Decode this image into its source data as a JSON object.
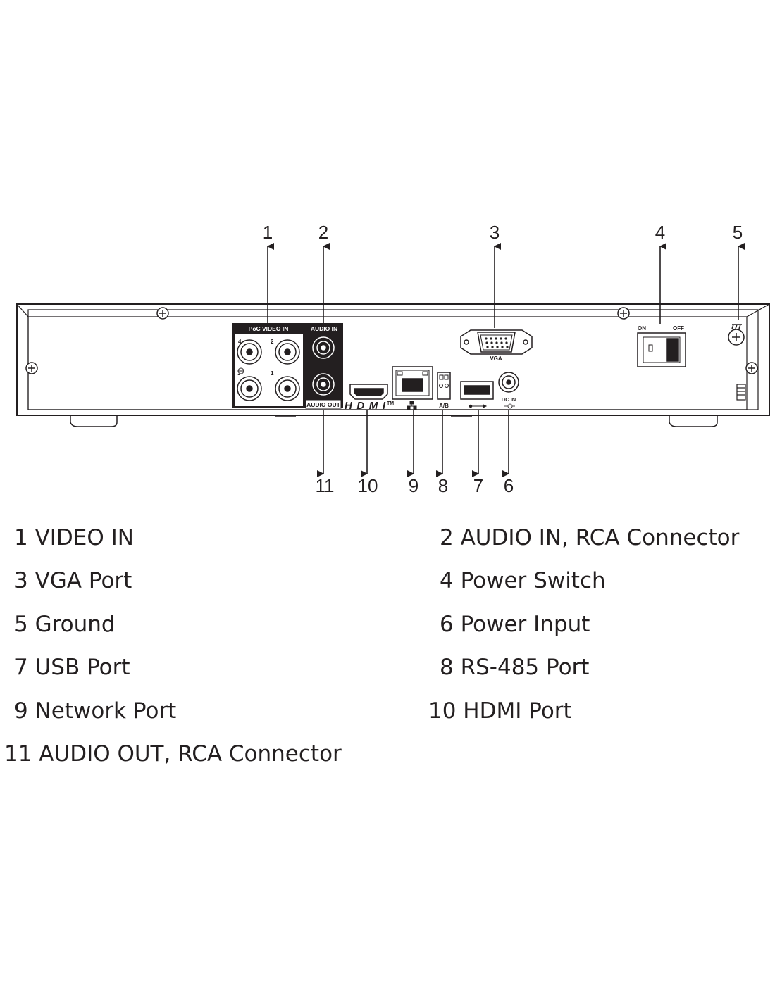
{
  "panel_labels": {
    "poc_video_in": "PoC VIDEO IN",
    "audio_in": "AUDIO IN",
    "audio_out": "AUDIO OUT",
    "vga": "VGA",
    "on": "ON",
    "off": "OFF",
    "hdmi_logo": "HDMI",
    "hdmi_tm": "TM",
    "ab": "A/B",
    "dc_in": "DC IN",
    "ch1": "1",
    "ch2": "2",
    "ch3": "3",
    "ch4": "4"
  },
  "callouts": [
    "1",
    "2",
    "3",
    "4",
    "5",
    "6",
    "7",
    "8",
    "9",
    "10",
    "11"
  ],
  "legend": [
    "1 VIDEO IN",
    "2  AUDIO IN, RCA Connector",
    "3 VGA Port",
    "4  Power Switch",
    "5 Ground",
    "6  Power Input",
    "7 USB Port",
    "8  RS-485 Port",
    "9 Network Port",
    "10  HDMI Port",
    "11 AUDIO OUT, RCA Connector"
  ],
  "colors": {
    "line": "#231f20",
    "background": "#ffffff"
  }
}
